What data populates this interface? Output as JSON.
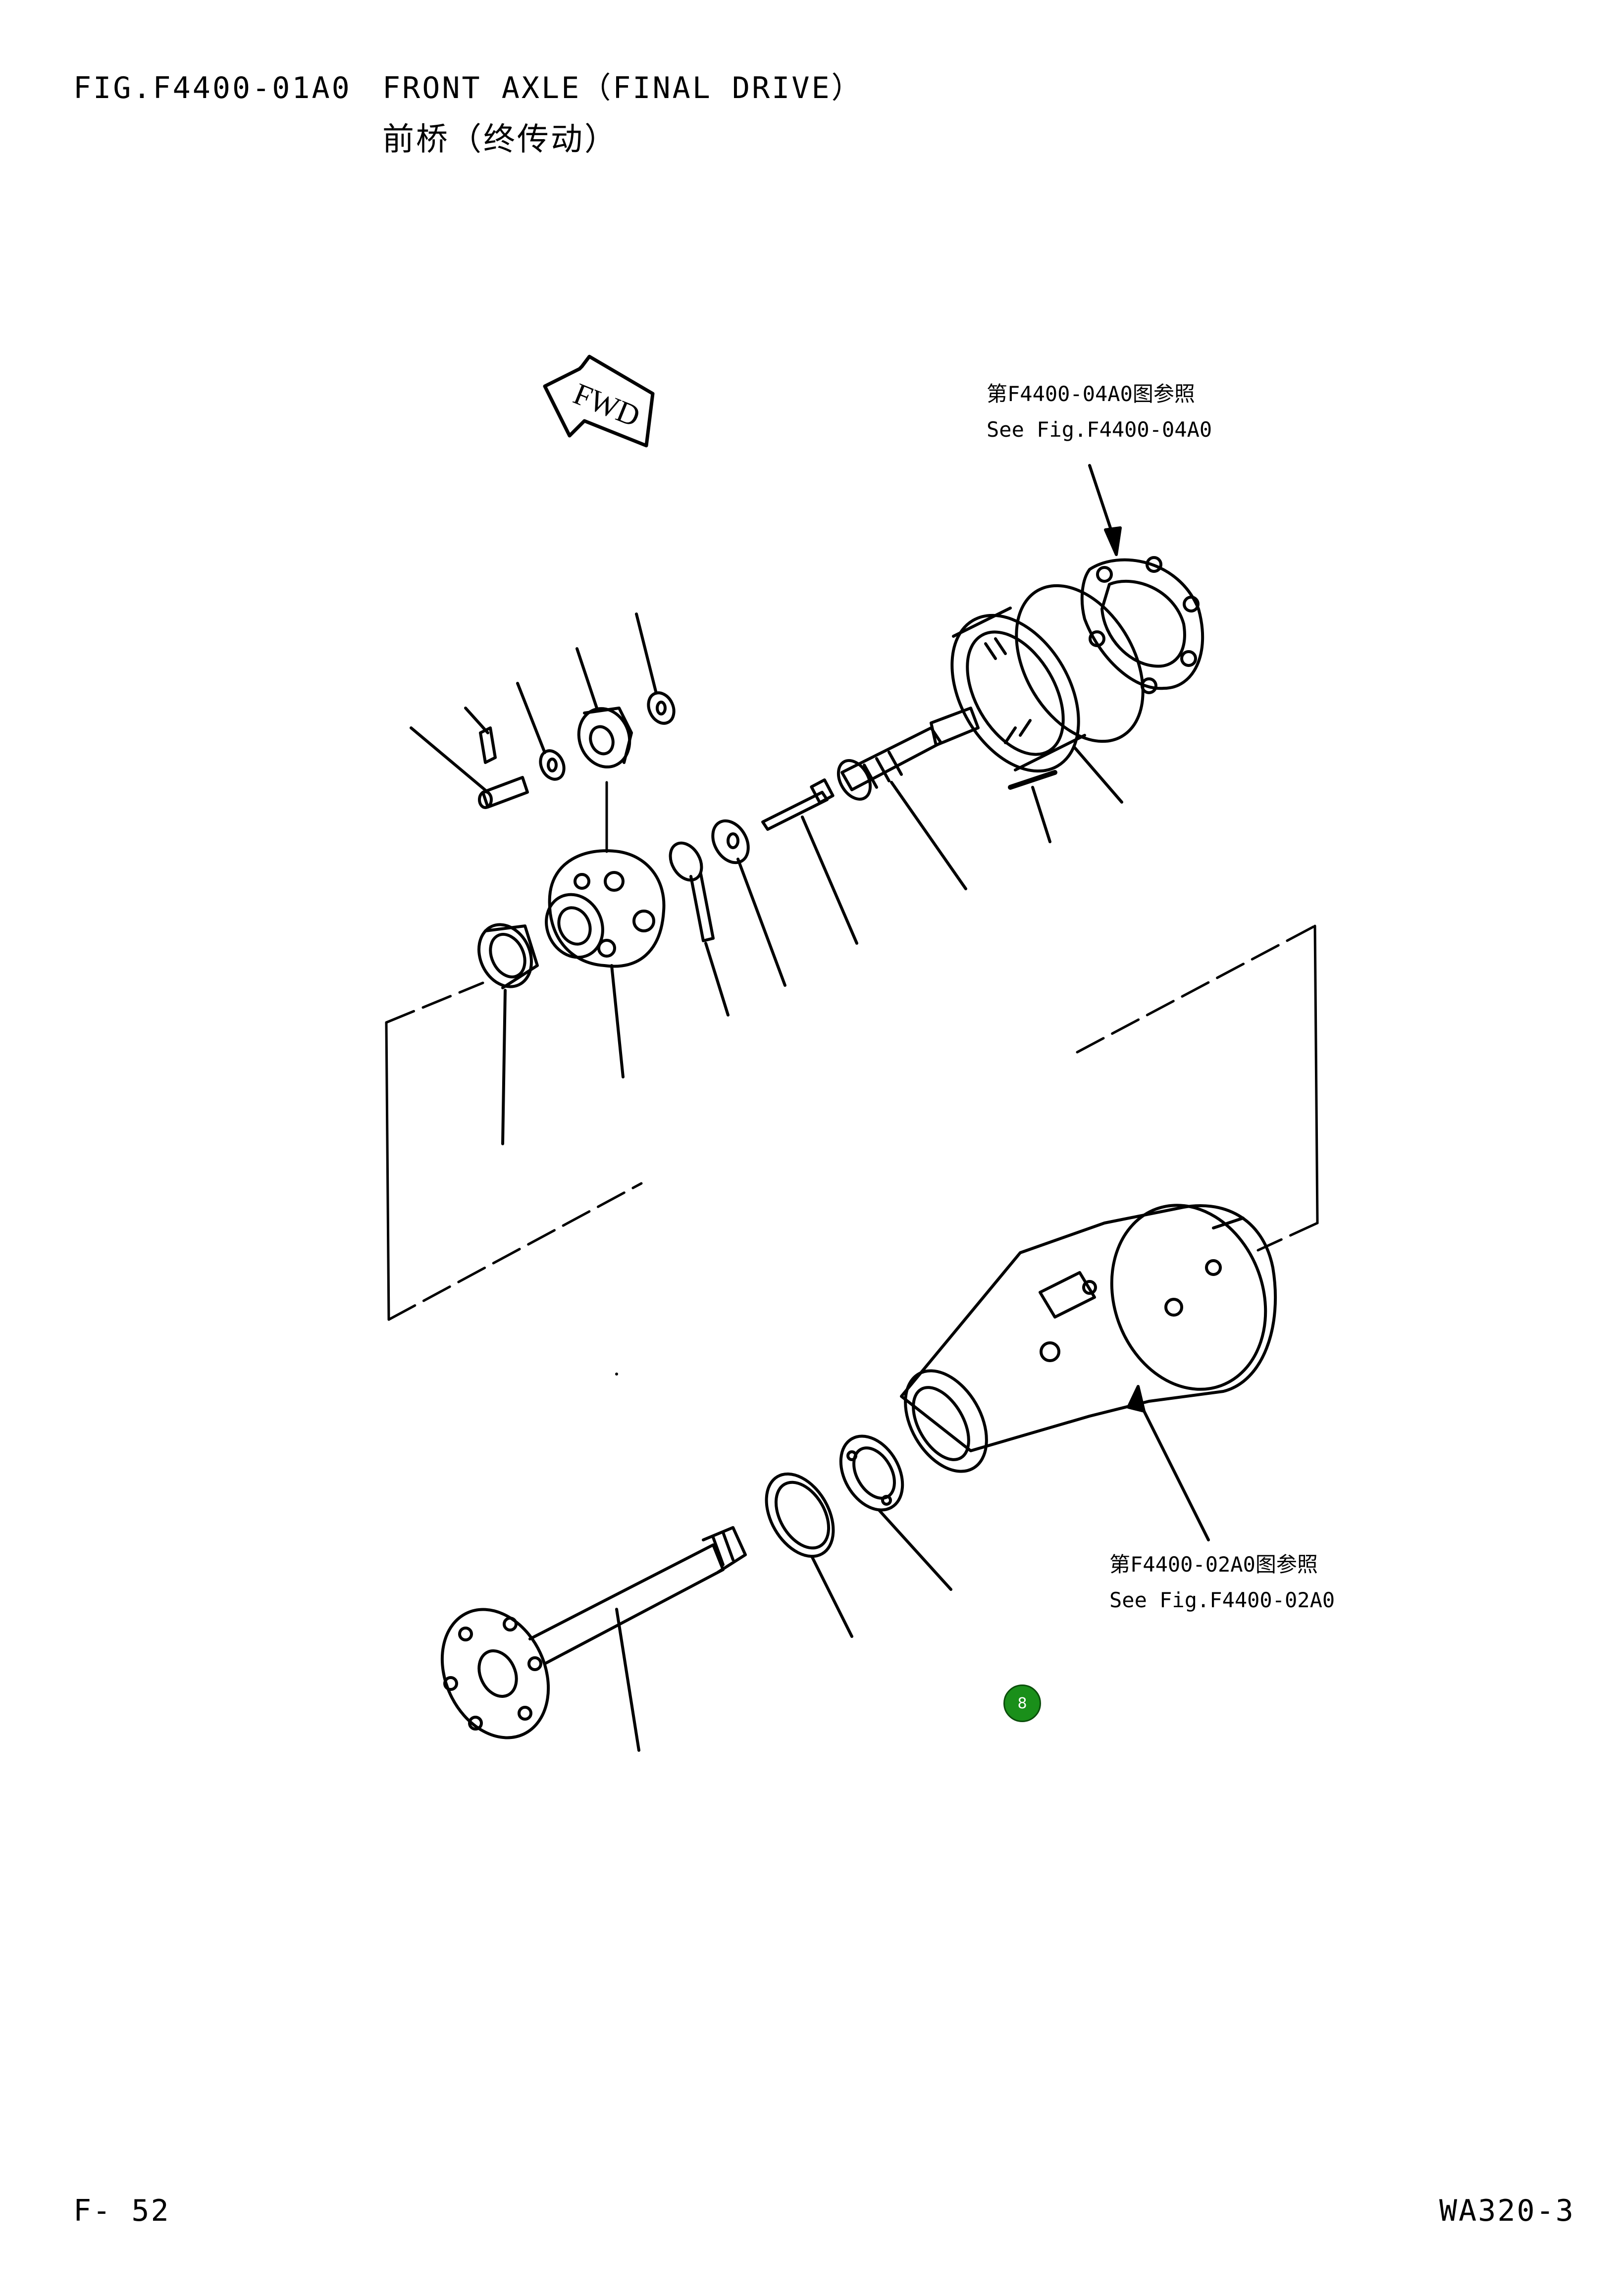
{
  "header": {
    "figure_id": "FIG.F4400-01A0",
    "title_en": "FRONT AXLE（FINAL DRIVE）",
    "title_cn": "前桥（终传动）"
  },
  "references": {
    "top_right_cn": "第F4400-04A0图参照",
    "top_right_en": "See Fig.F4400-04A0",
    "bottom_right_cn": "第F4400-02A0图参照",
    "bottom_right_en": "See Fig.F4400-02A0"
  },
  "direction_label": "FWD",
  "marker": {
    "label": "8",
    "color": "#1a8f1a"
  },
  "footer": {
    "page": "F- 52",
    "model": "WA320-3"
  }
}
